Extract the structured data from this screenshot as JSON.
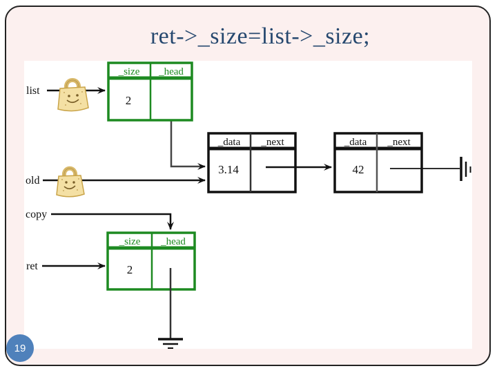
{
  "slide": {
    "title": "ret->_size=list->_size;",
    "page_number": "19",
    "background_color": "#FCF0EF",
    "title_color": "#26486F",
    "accent_green": "#1D8A21",
    "badge_blue": "#4F81BB"
  },
  "diagram": {
    "pointers": {
      "list_label": "list",
      "old_label": "old",
      "copy_label": "copy",
      "ret_label": "ret"
    },
    "list_table": {
      "col1": "_size",
      "col2": "_head",
      "size_value": "2"
    },
    "ret_table": {
      "col1": "_size",
      "col2": "_head",
      "size_value": "2"
    },
    "node1": {
      "col1": "_data",
      "col2": "_next",
      "value": "3.14"
    },
    "node2": {
      "col1": "_data",
      "col2": "_next",
      "value": "42"
    },
    "icons": {
      "list_lock": "padlock-smiley-icon",
      "old_lock": "padlock-smiley-icon",
      "null_terminator": "null-terminator-icon",
      "ground": "ground-icon"
    }
  }
}
